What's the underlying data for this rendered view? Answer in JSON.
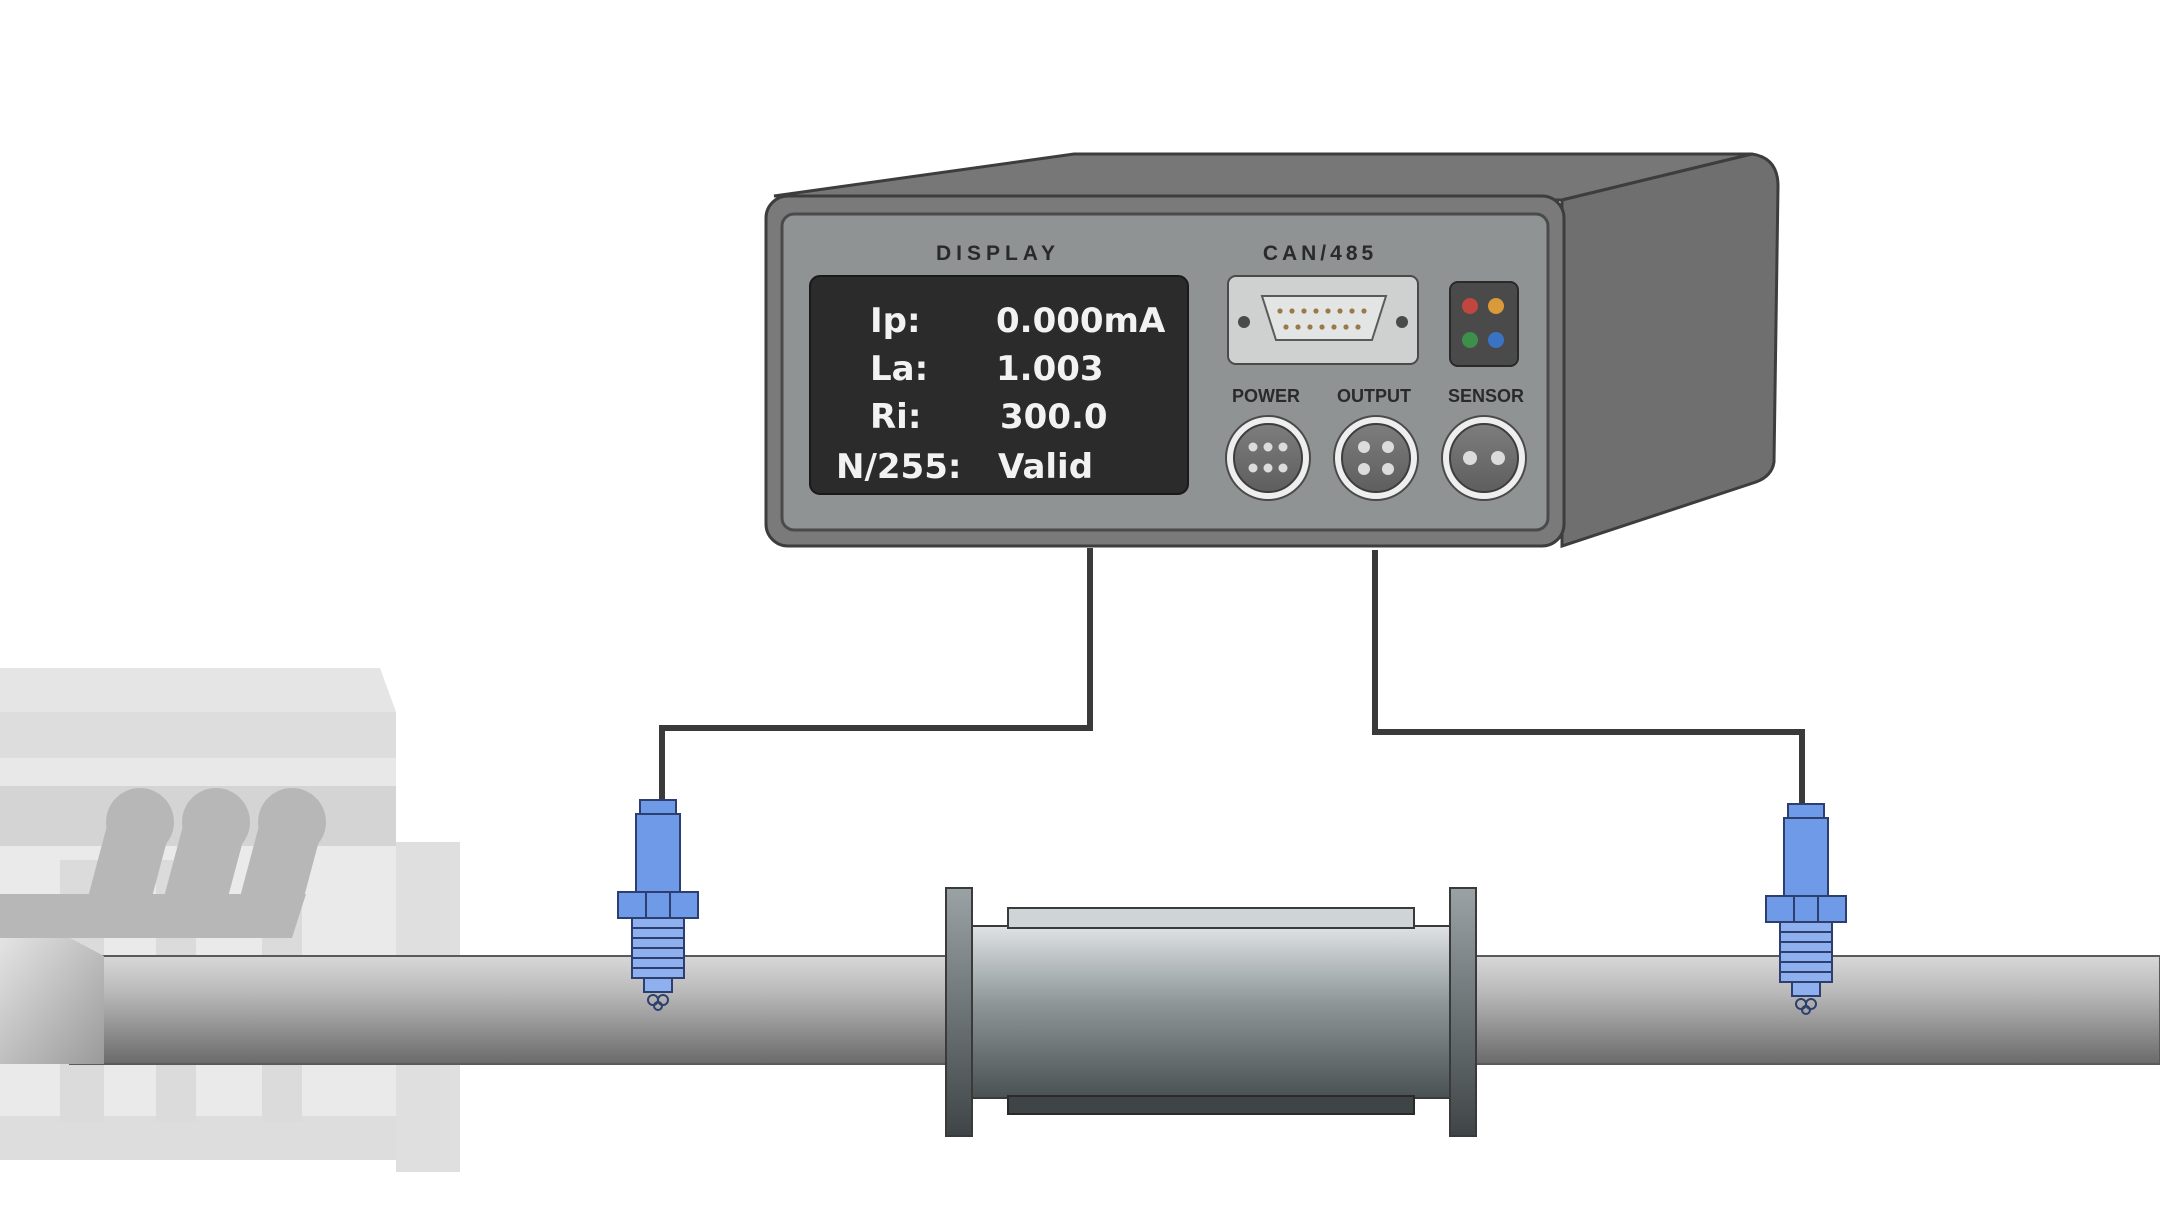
{
  "panel": {
    "display_label": "DISPLAY",
    "can_label": "CAN/485",
    "power_label": "POWER",
    "output_label": "OUTPUT",
    "sensor_label": "SENSOR"
  },
  "screen": {
    "rows": [
      {
        "key": "Ip:",
        "value": "0.000mA"
      },
      {
        "key": "La:",
        "value": "1.003"
      },
      {
        "key": "Ri:",
        "value": "300.0"
      },
      {
        "key": "N/255:",
        "value": "Valid"
      }
    ]
  },
  "colors": {
    "case_dark": "#6e6e6e",
    "case_face": "#8f9393",
    "screen_bg": "#2b2b2b",
    "sensor_blue": "#6f9ae8",
    "pipe_gray": "#8a8a8a",
    "status_led_red": "#c0473e",
    "status_led_orange": "#d99a3a",
    "status_led_green": "#3d8f4a",
    "status_led_blue": "#3b73c4"
  },
  "icons": {
    "db_connector": "db15-connector-icon",
    "led_indicator": "status-led-icon",
    "round_connector": "circular-connector-icon"
  }
}
